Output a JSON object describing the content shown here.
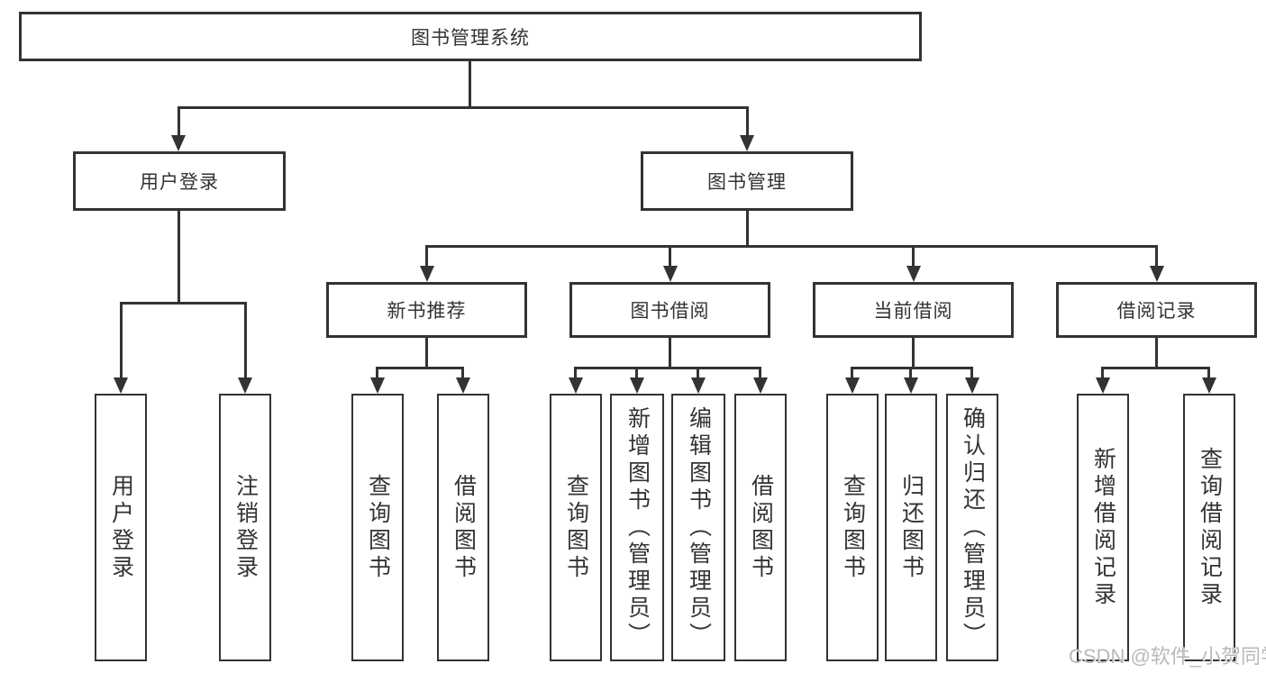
{
  "title": {
    "label": "图书管理系统"
  },
  "level2": {
    "user_login": "用户登录",
    "book_management": "图书管理"
  },
  "level3": {
    "new_book_recommend": "新书推荐",
    "book_borrow": "图书借阅",
    "current_borrow": "当前借阅",
    "borrow_records": "借阅记录"
  },
  "leaves": {
    "user_login": [
      "用户登录",
      "注销登录"
    ],
    "new_book_recommend": [
      "查询图书",
      "借阅图书"
    ],
    "book_borrow": [
      "查询图书",
      "新增图书（管理员）",
      "编辑图书（管理员）",
      "借阅图书"
    ],
    "current_borrow": [
      "查询图书",
      "归还图书",
      "确认归还（管理员）"
    ],
    "borrow_records": [
      "新增借阅记录",
      "查询借阅记录"
    ]
  },
  "watermark": "CSDN @软件_小贺同学",
  "colors": {
    "line": "#333333",
    "text": "#333333",
    "watermark": "#b9b9b9",
    "background": "#ffffff"
  }
}
